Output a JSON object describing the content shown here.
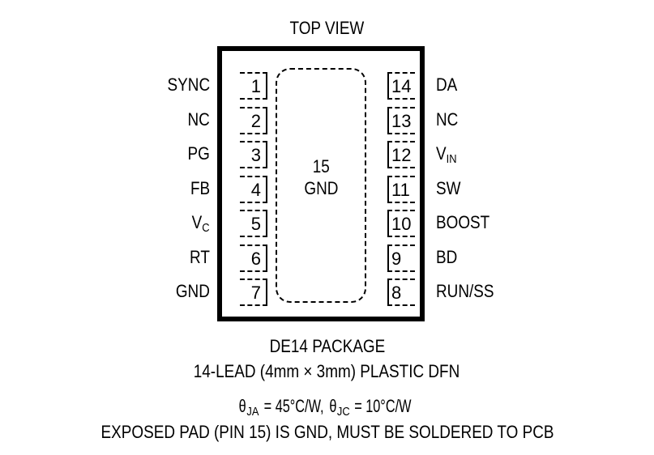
{
  "title": "TOP VIEW",
  "exposed_pad": {
    "number": "15",
    "name": "GND"
  },
  "left_pins": [
    {
      "num": "1",
      "name": "SYNC",
      "sub": ""
    },
    {
      "num": "2",
      "name": "NC",
      "sub": ""
    },
    {
      "num": "3",
      "name": "PG",
      "sub": ""
    },
    {
      "num": "4",
      "name": "FB",
      "sub": ""
    },
    {
      "num": "5",
      "name": "V",
      "sub": "C"
    },
    {
      "num": "6",
      "name": "RT",
      "sub": ""
    },
    {
      "num": "7",
      "name": "GND",
      "sub": ""
    }
  ],
  "right_pins": [
    {
      "num": "14",
      "name": "DA",
      "sub": ""
    },
    {
      "num": "13",
      "name": "NC",
      "sub": ""
    },
    {
      "num": "12",
      "name": "V",
      "sub": "IN"
    },
    {
      "num": "11",
      "name": "SW",
      "sub": ""
    },
    {
      "num": "10",
      "name": "BOOST",
      "sub": ""
    },
    {
      "num": "9",
      "name": "BD",
      "sub": ""
    },
    {
      "num": "8",
      "name": "RUN/SS",
      "sub": ""
    }
  ],
  "package_name": "DE14 PACKAGE",
  "package_desc": "14-LEAD (4mm × 3mm) PLASTIC DFN",
  "thermal": {
    "theta_ja_symbol": "θ",
    "theta_ja_sub": "JA",
    "theta_ja_value": " = 45°C/W, ",
    "theta_jc_symbol": "θ",
    "theta_jc_sub": "JC",
    "theta_jc_value": " = 10°C/W"
  },
  "note": "EXPOSED PAD (PIN 15) IS GND, MUST BE SOLDERED TO PCB"
}
